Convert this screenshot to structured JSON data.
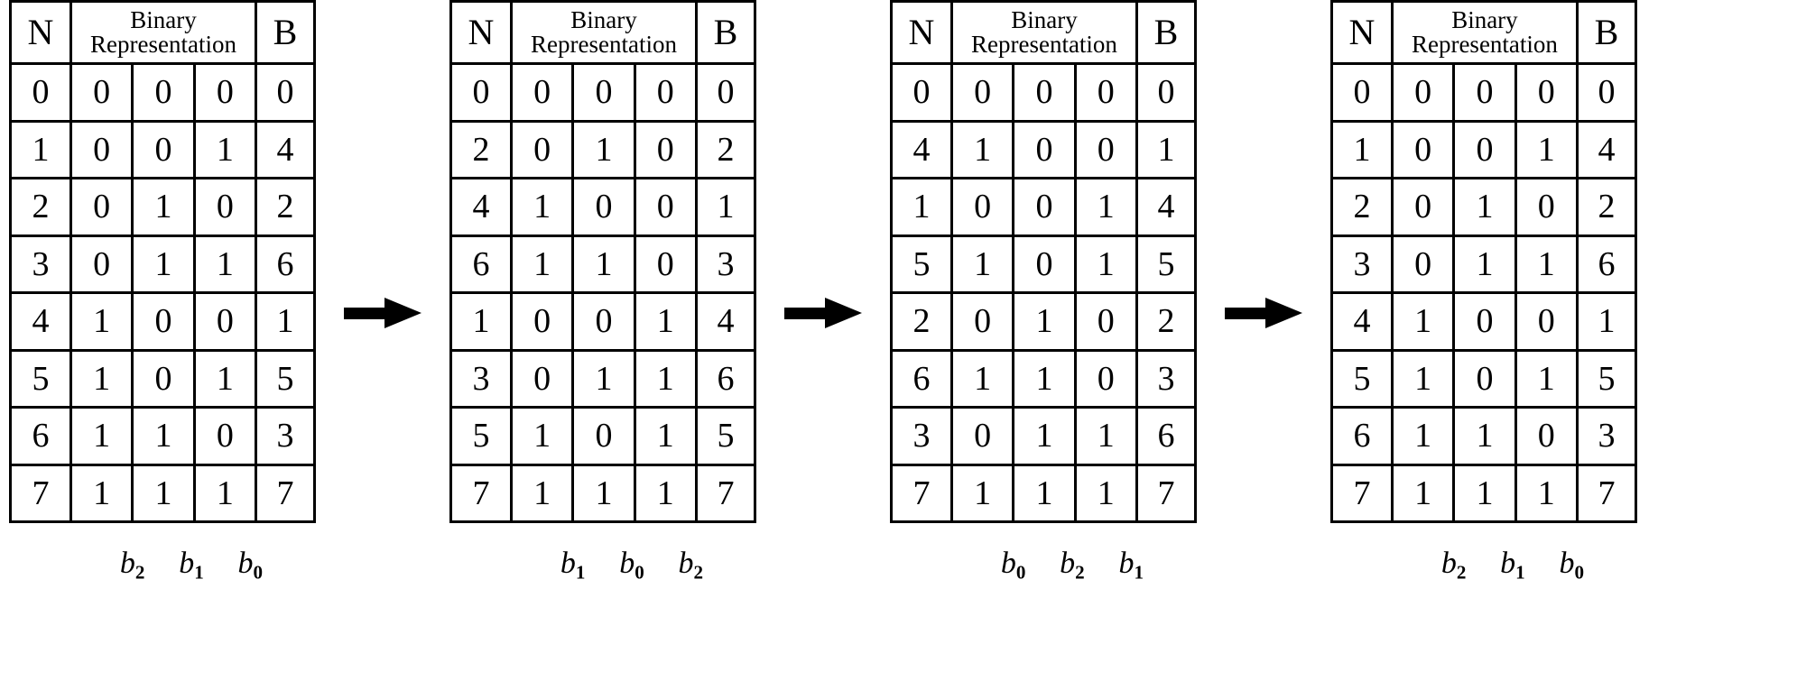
{
  "figure": {
    "type": "diagram",
    "description": "Four permutation tables of 3-bit numbers connected by right arrows",
    "arrow_icon": "right-arrow-icon",
    "arrow_count": 3,
    "colors": {
      "ink": "#000000",
      "background": "#ffffff"
    }
  },
  "columns": {
    "n_header": "N",
    "binary_header_line1": "Binary",
    "binary_header_line2": "Representation",
    "b_header": "B"
  },
  "tables": [
    {
      "id": "table-1",
      "bit_labels": [
        {
          "base": "b",
          "sub": "2"
        },
        {
          "base": "b",
          "sub": "1"
        },
        {
          "base": "b",
          "sub": "0"
        }
      ],
      "rows": [
        {
          "n": "0",
          "bits": [
            "0",
            "0",
            "0"
          ],
          "b": "0"
        },
        {
          "n": "1",
          "bits": [
            "0",
            "0",
            "1"
          ],
          "b": "4"
        },
        {
          "n": "2",
          "bits": [
            "0",
            "1",
            "0"
          ],
          "b": "2"
        },
        {
          "n": "3",
          "bits": [
            "0",
            "1",
            "1"
          ],
          "b": "6"
        },
        {
          "n": "4",
          "bits": [
            "1",
            "0",
            "0"
          ],
          "b": "1"
        },
        {
          "n": "5",
          "bits": [
            "1",
            "0",
            "1"
          ],
          "b": "5"
        },
        {
          "n": "6",
          "bits": [
            "1",
            "1",
            "0"
          ],
          "b": "3"
        },
        {
          "n": "7",
          "bits": [
            "1",
            "1",
            "1"
          ],
          "b": "7"
        }
      ]
    },
    {
      "id": "table-2",
      "bit_labels": [
        {
          "base": "b",
          "sub": "1"
        },
        {
          "base": "b",
          "sub": "0"
        },
        {
          "base": "b",
          "sub": "2"
        }
      ],
      "rows": [
        {
          "n": "0",
          "bits": [
            "0",
            "0",
            "0"
          ],
          "b": "0"
        },
        {
          "n": "2",
          "bits": [
            "0",
            "1",
            "0"
          ],
          "b": "2"
        },
        {
          "n": "4",
          "bits": [
            "1",
            "0",
            "0"
          ],
          "b": "1"
        },
        {
          "n": "6",
          "bits": [
            "1",
            "1",
            "0"
          ],
          "b": "3"
        },
        {
          "n": "1",
          "bits": [
            "0",
            "0",
            "1"
          ],
          "b": "4"
        },
        {
          "n": "3",
          "bits": [
            "0",
            "1",
            "1"
          ],
          "b": "6"
        },
        {
          "n": "5",
          "bits": [
            "1",
            "0",
            "1"
          ],
          "b": "5"
        },
        {
          "n": "7",
          "bits": [
            "1",
            "1",
            "1"
          ],
          "b": "7"
        }
      ]
    },
    {
      "id": "table-3",
      "bit_labels": [
        {
          "base": "b",
          "sub": "0"
        },
        {
          "base": "b",
          "sub": "2"
        },
        {
          "base": "b",
          "sub": "1"
        }
      ],
      "rows": [
        {
          "n": "0",
          "bits": [
            "0",
            "0",
            "0"
          ],
          "b": "0"
        },
        {
          "n": "4",
          "bits": [
            "1",
            "0",
            "0"
          ],
          "b": "1"
        },
        {
          "n": "1",
          "bits": [
            "0",
            "0",
            "1"
          ],
          "b": "4"
        },
        {
          "n": "5",
          "bits": [
            "1",
            "0",
            "1"
          ],
          "b": "5"
        },
        {
          "n": "2",
          "bits": [
            "0",
            "1",
            "0"
          ],
          "b": "2"
        },
        {
          "n": "6",
          "bits": [
            "1",
            "1",
            "0"
          ],
          "b": "3"
        },
        {
          "n": "3",
          "bits": [
            "0",
            "1",
            "1"
          ],
          "b": "6"
        },
        {
          "n": "7",
          "bits": [
            "1",
            "1",
            "1"
          ],
          "b": "7"
        }
      ]
    },
    {
      "id": "table-4",
      "bit_labels": [
        {
          "base": "b",
          "sub": "2"
        },
        {
          "base": "b",
          "sub": "1"
        },
        {
          "base": "b",
          "sub": "0"
        }
      ],
      "rows": [
        {
          "n": "0",
          "bits": [
            "0",
            "0",
            "0"
          ],
          "b": "0"
        },
        {
          "n": "1",
          "bits": [
            "0",
            "0",
            "1"
          ],
          "b": "4"
        },
        {
          "n": "2",
          "bits": [
            "0",
            "1",
            "0"
          ],
          "b": "2"
        },
        {
          "n": "3",
          "bits": [
            "0",
            "1",
            "1"
          ],
          "b": "6"
        },
        {
          "n": "4",
          "bits": [
            "1",
            "0",
            "0"
          ],
          "b": "1"
        },
        {
          "n": "5",
          "bits": [
            "1",
            "0",
            "1"
          ],
          "b": "5"
        },
        {
          "n": "6",
          "bits": [
            "1",
            "1",
            "0"
          ],
          "b": "3"
        },
        {
          "n": "7",
          "bits": [
            "1",
            "1",
            "1"
          ],
          "b": "7"
        }
      ]
    }
  ]
}
